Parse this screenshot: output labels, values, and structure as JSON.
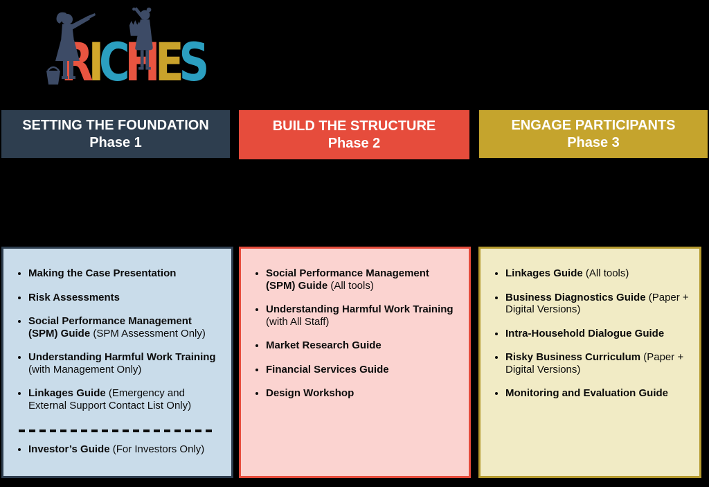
{
  "background": "#000000",
  "logo": {
    "name": "RICHES",
    "silhouette_color": "#3d4b66",
    "letters": [
      {
        "char": "R",
        "color": "#e85440"
      },
      {
        "char": "I",
        "color": "#d2a72b"
      },
      {
        "char": "C",
        "color": "#2b9fc0"
      },
      {
        "char": "H",
        "color": "#e85440"
      },
      {
        "char": "E",
        "color": "#c9a22b"
      },
      {
        "char": "S",
        "color": "#2b9fc0"
      }
    ]
  },
  "columns": [
    {
      "id": "phase-1",
      "header": {
        "title": "SETTING THE FOUNDATION",
        "phase": "Phase 1",
        "bg": "#2e3e4f",
        "text_color": "#ffffff"
      },
      "box": {
        "bg": "#c9dcea",
        "border": "#2e3e4f"
      },
      "items": [
        {
          "bold": "Making the Case Presentation",
          "normal": ""
        },
        {
          "bold": "Risk Assessments",
          "normal": ""
        },
        {
          "bold": "Social Performance Management (SPM) Guide",
          "normal": "(SPM Assessment Only)"
        },
        {
          "bold": "Understanding Harmful Work Training",
          "normal": "(with Management Only)"
        },
        {
          "bold": "Linkages Guide",
          "normal": "(Emergency and External Support Contact List Only)"
        },
        {
          "divider": true
        },
        {
          "bold": "Investor’s Guide",
          "normal": "(For Investors Only)"
        }
      ]
    },
    {
      "id": "phase-2",
      "header": {
        "title": "BUILD THE STRUCTURE",
        "phase": "Phase 2",
        "bg": "#e64c3c",
        "text_color": "#ffffff"
      },
      "box": {
        "bg": "#fbd3d0",
        "border": "#e64c3c"
      },
      "items": [
        {
          "bold": "Social Performance Management (SPM) Guide",
          "normal": "(All tools)"
        },
        {
          "bold": "Understanding Harmful Work Training",
          "normal": "(with All Staff)"
        },
        {
          "bold": "Market Research Guide",
          "normal": ""
        },
        {
          "bold": "Financial Services Guide",
          "normal": ""
        },
        {
          "bold": "Design Workshop",
          "normal": ""
        }
      ]
    },
    {
      "id": "phase-3",
      "header": {
        "title": "ENGAGE PARTICIPANTS",
        "phase": "Phase 3",
        "bg": "#c5a42d",
        "text_color": "#ffffff"
      },
      "box": {
        "bg": "#f1ebc5",
        "border": "#b59a2e"
      },
      "items": [
        {
          "bold": "Linkages Guide",
          "normal": "(All tools)"
        },
        {
          "bold": "Business Diagnostics Guide",
          "normal": "(Paper + Digital Versions)"
        },
        {
          "bold": "Intra-Household Dialogue Guide",
          "normal": ""
        },
        {
          "bold": "Risky Business Curriculum",
          "normal": "(Paper + Digital Versions)"
        },
        {
          "bold": "Monitoring and Evaluation Guide",
          "normal": ""
        }
      ]
    }
  ]
}
